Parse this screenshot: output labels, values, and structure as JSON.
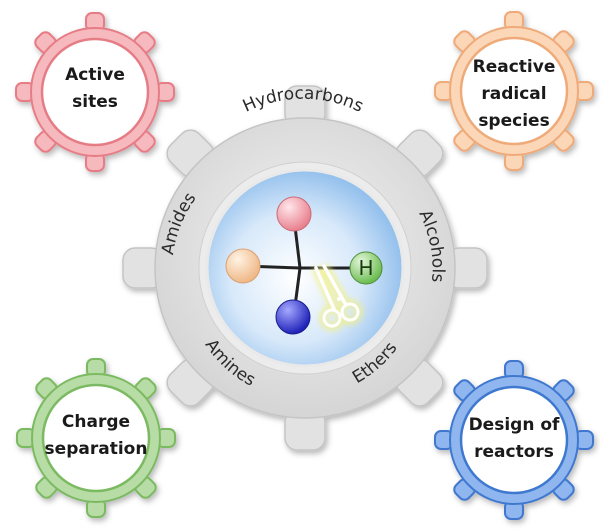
{
  "gears": {
    "active_sites": {
      "line1": "Active",
      "line2": "sites",
      "color": "#e67d86",
      "fill": "#f6b9be"
    },
    "reactive_radical_species": {
      "line1": "Reactive",
      "line2": "radical",
      "line3": "species",
      "color": "#efaa79",
      "fill": "#fbd7b8"
    },
    "charge_separation": {
      "line1": "Charge",
      "line2": "separation",
      "color": "#7cba62",
      "fill": "#b7dca6"
    },
    "design_of_reactors": {
      "line1": "Design of",
      "line2": "reactors",
      "color": "#3f78cf",
      "fill": "#8fb6ee"
    }
  },
  "center": {
    "labels": {
      "hydrocarbons": "Hydrocarbons",
      "alcohols": "Alcohols",
      "ethers": "Ethers",
      "amines": "Amines",
      "amides": "Amides"
    },
    "molecule": {
      "hydrogen_label": "H",
      "atoms": {
        "top": "#f2a2ab",
        "left": "#f7d1ae",
        "bottom": "#3b3fd6",
        "hydrogen": "#8fd07a"
      },
      "scissors_icon": "scissors-icon"
    },
    "colors": {
      "gear": "#dcdcdc",
      "disc_center": "#ffffff",
      "disc_edge": "#7db2e8"
    }
  }
}
